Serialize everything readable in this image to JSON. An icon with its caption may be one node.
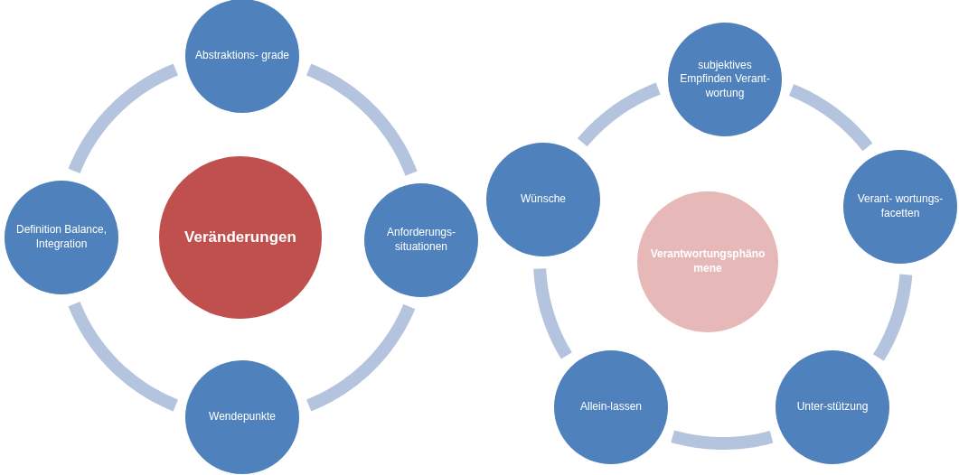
{
  "diagram": {
    "nodes": [
      {
        "text": [
          "Veränderungen"
        ]
      },
      {
        "text": [
          "Abstraktions- grade"
        ]
      },
      {
        "text": [
          "Anforderungs- situationen"
        ]
      },
      {
        "text": [
          "Wendepunkte"
        ]
      },
      {
        "text": [
          "Definition Balance, Integration"
        ]
      },
      {
        "text": [
          "Verantwortungsphäno mene"
        ]
      },
      {
        "text": [
          "subjektives Empfinden Verant-wortung"
        ]
      },
      {
        "text": [
          "Verant- wortungs- facetten"
        ]
      },
      {
        "text": [
          "Unter-stützung"
        ]
      },
      {
        "text": [
          "Allein-lassen"
        ]
      },
      {
        "text": [
          "Wünsche"
        ]
      }
    ],
    "edges": [
      {
        "from": 1,
        "to": 2,
        "arrow": "none"
      },
      {
        "from": 2,
        "to": 3,
        "arrow": "none"
      },
      {
        "from": 3,
        "to": 4,
        "arrow": "none"
      },
      {
        "from": 4,
        "to": 1,
        "arrow": "none"
      },
      {
        "from": 6,
        "to": 7,
        "arrow": "none"
      },
      {
        "from": 7,
        "to": 8,
        "arrow": "none"
      },
      {
        "from": 8,
        "to": 9,
        "arrow": "none"
      },
      {
        "from": 9,
        "to": 10,
        "arrow": "none"
      },
      {
        "from": 10,
        "to": 6,
        "arrow": "none"
      }
    ]
  }
}
